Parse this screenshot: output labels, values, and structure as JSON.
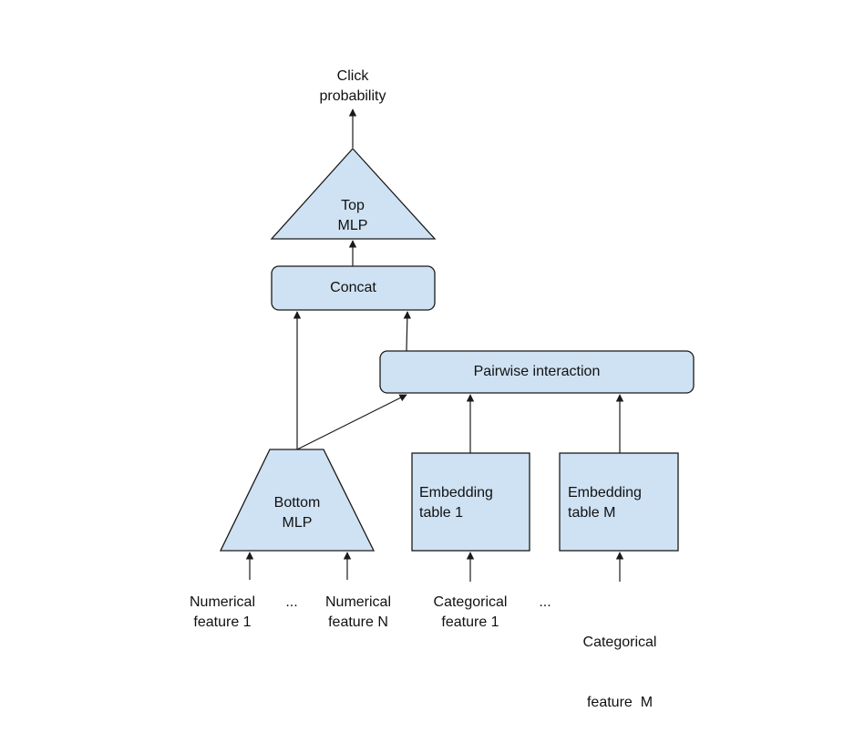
{
  "output": {
    "line1": "Click",
    "line2": "probability"
  },
  "top_mlp": {
    "line1": "Top",
    "line2": "MLP"
  },
  "concat": {
    "label": "Concat"
  },
  "pairwise": {
    "label": "Pairwise interaction"
  },
  "bottom_mlp": {
    "line1": "Bottom",
    "line2": "MLP"
  },
  "embedding_1": {
    "line1": "Embedding",
    "line2": "table 1"
  },
  "embedding_m": {
    "line1": "Embedding",
    "line2": "table M"
  },
  "inputs": {
    "numerical_1": {
      "line1": "Numerical",
      "line2": "feature 1"
    },
    "numerical_n": {
      "line1": "Numerical",
      "line2": "feature N"
    },
    "categorical_1": {
      "line1": "Categorical",
      "line2": "feature 1"
    },
    "categorical_m": {
      "line1": "Categorical",
      "line2": "feature  M"
    },
    "ellipsis_numerical": "...",
    "ellipsis_categorical": "..."
  }
}
